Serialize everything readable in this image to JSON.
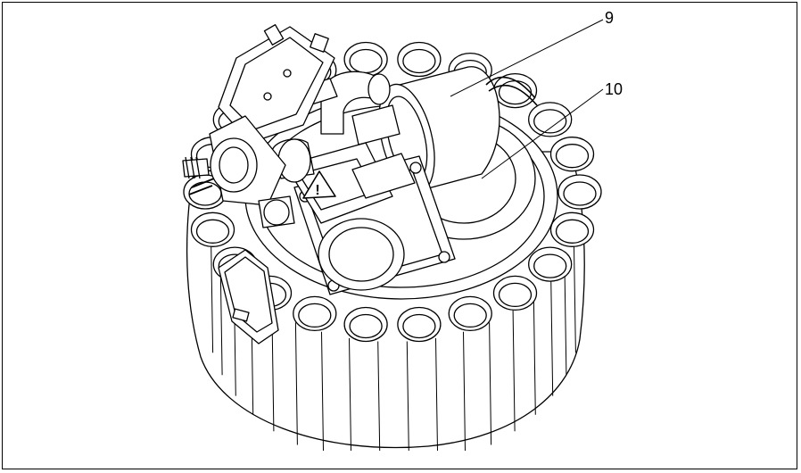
{
  "figure": {
    "callouts": [
      {
        "id": "callout-9",
        "label": "9"
      },
      {
        "id": "callout-10",
        "label": "10"
      }
    ],
    "warning_symbol": "!",
    "colors": {
      "line": "#000000",
      "fill": "#ffffff"
    }
  }
}
